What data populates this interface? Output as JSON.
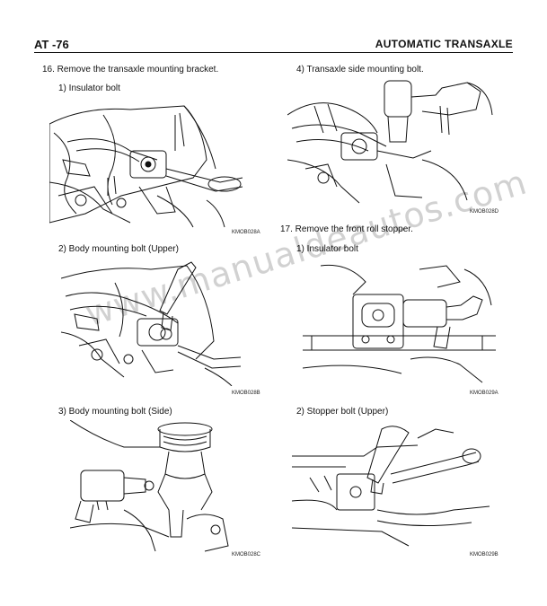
{
  "header": {
    "page_number": "AT -76",
    "section_title": "AUTOMATIC TRANSAXLE"
  },
  "steps": {
    "step16": "16.  Remove the transaxle mounting bracket.",
    "s16_1": "1)    Insulator bolt",
    "s16_2": "2)    Body mounting bolt (Upper)",
    "s16_3": "3)    Body mounting bolt (Side)",
    "s16_4": "4)    Transaxle side mounting bolt.",
    "step17": "17.  Remove the front roll stopper.",
    "s17_1": "1)    Insulator bolt",
    "s17_2": "2)    Stopper bolt (Upper)"
  },
  "figure_codes": {
    "fig1": "KMOB028A",
    "fig2": "KMOB028B",
    "fig3": "KMOB028C",
    "fig4": "KMOB028D",
    "fig5": "KMOB029A",
    "fig6": "KMOB029B"
  },
  "watermark": "www.manualdeautos.com"
}
